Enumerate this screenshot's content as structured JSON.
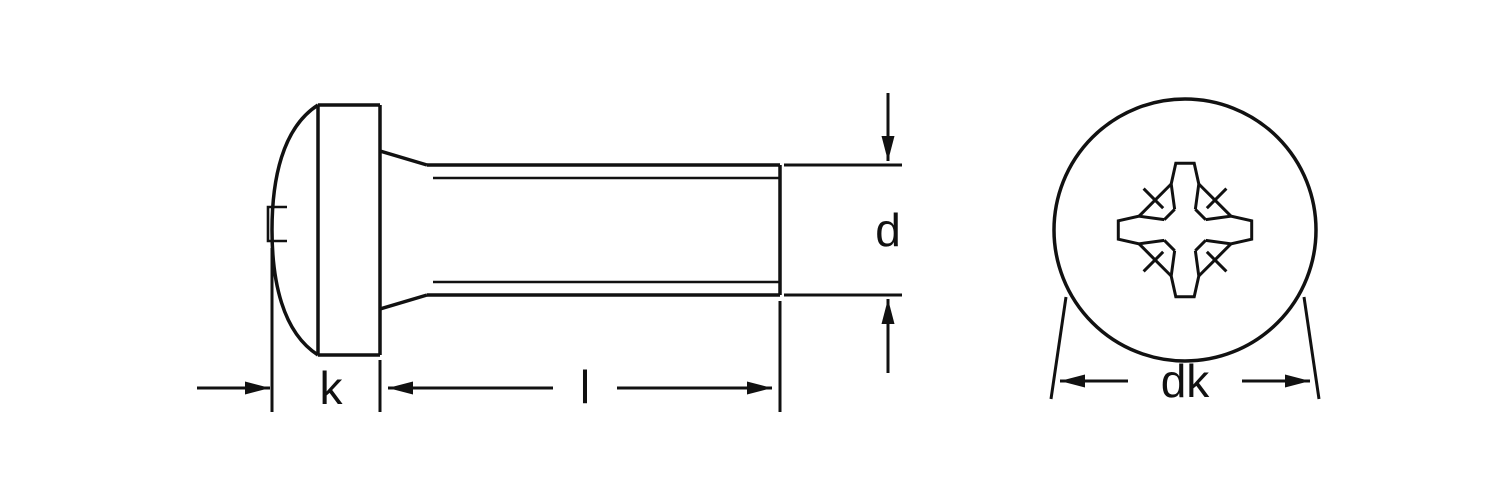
{
  "drawing": {
    "type": "technical-dimension-drawing",
    "subject": "cross-recessed-pan-head-screw",
    "views": {
      "side_view": "screw-side-profile",
      "top_view": "screw-head-with-phillips-recess"
    },
    "labels": {
      "k": "k",
      "l": "l",
      "d": "d",
      "dk": "dk"
    },
    "colors": {
      "line": "#111111",
      "background": "#ffffff"
    }
  }
}
